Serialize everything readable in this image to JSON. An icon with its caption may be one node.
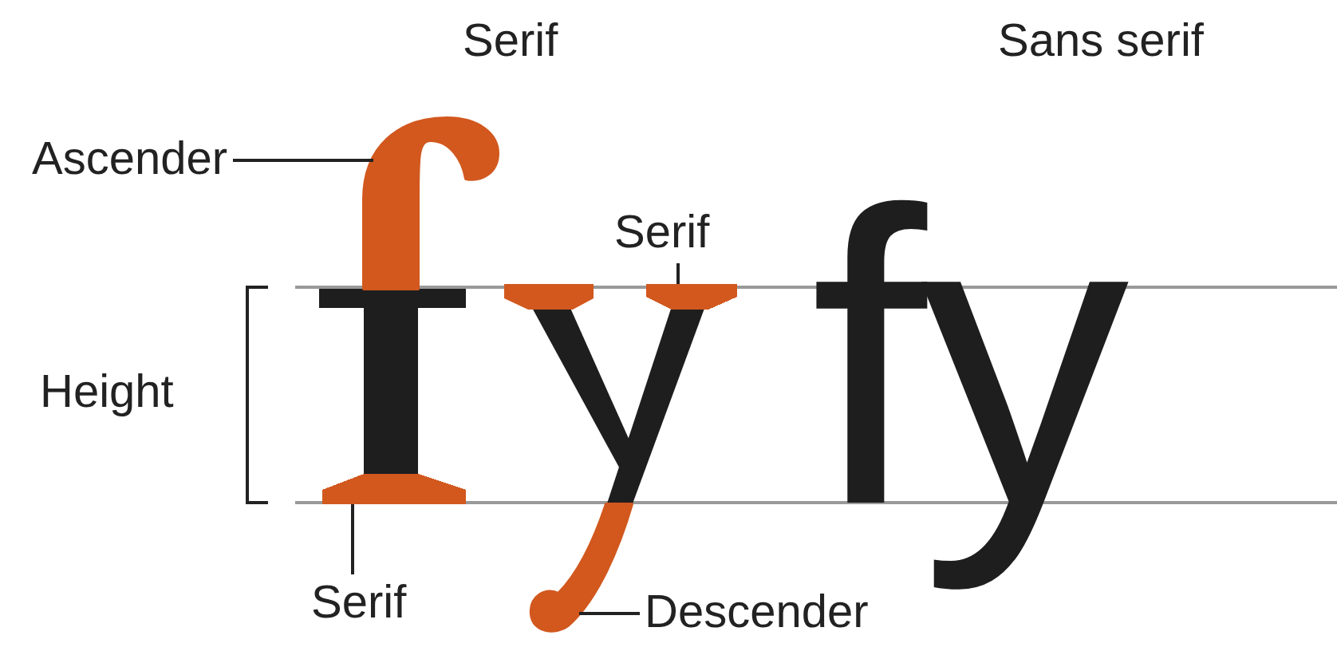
{
  "diagram": {
    "nodes": [
      {
        "text": [
          "Ascender"
        ]
      },
      {
        "text": [],
        "shape": "picture"
      },
      {
        "text": [
          "Serif"
        ]
      },
      {
        "text": [],
        "shape": "bar"
      },
      {
        "text": [
          "Serif"
        ]
      },
      {
        "text": [],
        "shape": "bar"
      },
      {
        "text": [
          "Descender"
        ]
      },
      {
        "text": [],
        "shape": "picture"
      }
    ],
    "edges": [
      {
        "from": 0,
        "to": 1,
        "arrow": "none"
      },
      {
        "from": 2,
        "to": 3,
        "arrow": "none"
      },
      {
        "from": 4,
        "to": 5,
        "arrow": "none"
      },
      {
        "from": 6,
        "to": 7,
        "arrow": "none"
      }
    ],
    "labels": [
      "Serif",
      "Sans serif",
      "Height",
      "fy"
    ]
  }
}
